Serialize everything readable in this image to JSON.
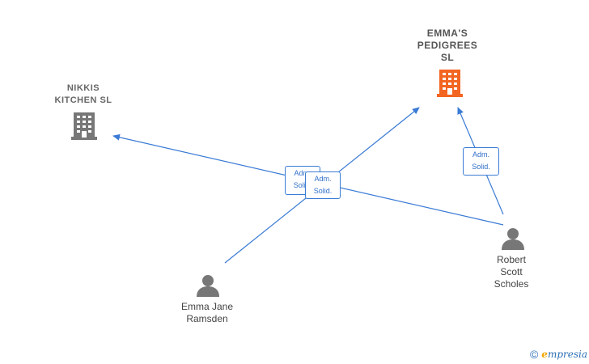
{
  "companies": {
    "emmas_pedigrees": {
      "name": "EMMA'S\nPEDIGREES\nSL",
      "color": "#f26522"
    },
    "nikkis_kitchen": {
      "name": "NIKKIS\nKITCHEN SL",
      "color": "#777777"
    }
  },
  "people": {
    "emma": {
      "name": "Emma Jane\nRamsden",
      "color": "#777777"
    },
    "robert": {
      "name": "Robert\nScott\nScholes",
      "color": "#777777"
    }
  },
  "relations": {
    "label_emma_to_nikkis": "Adm.\nSolid.",
    "label_emma_to_pedigrees": "Adm.\nSolid.",
    "label_robert_to_pedigrees": "Adm.\nSolid."
  },
  "edge_color": "#3a7bd5",
  "watermark": {
    "symbol": "©",
    "brand_initial": "e",
    "brand_rest": "mpresia"
  }
}
